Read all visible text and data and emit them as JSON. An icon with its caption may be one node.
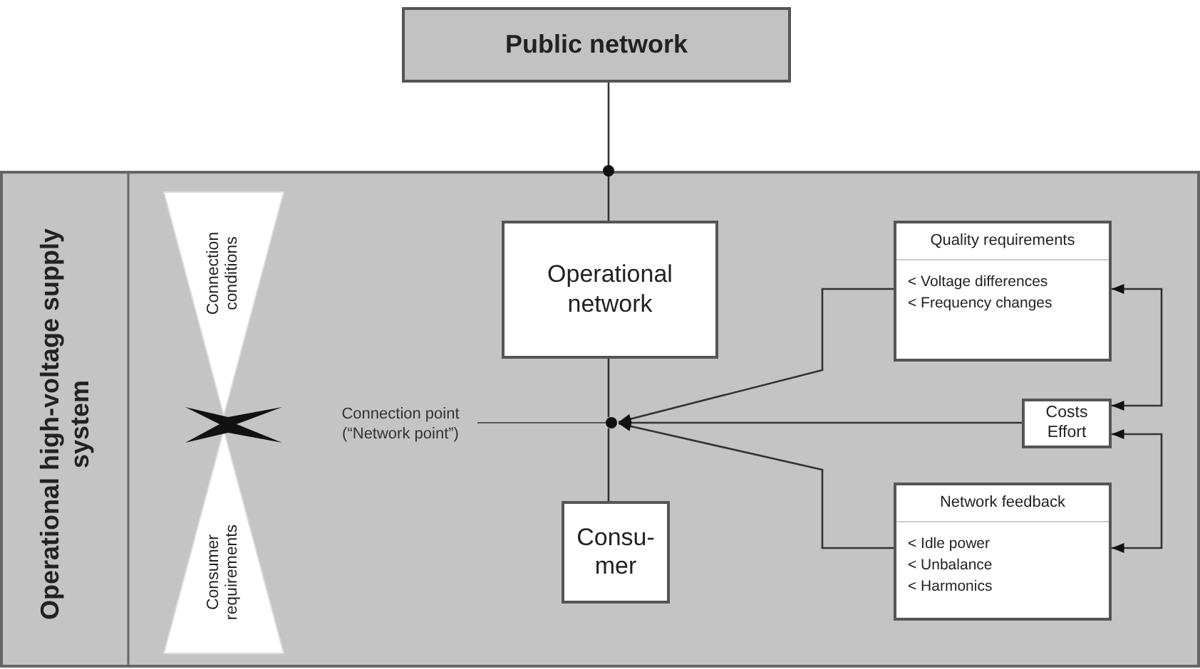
{
  "diagram": {
    "nodes": [
      {
        "text": [
          "Public network"
        ]
      },
      {
        "text": [
          "Operational high-voltage supply system"
        ]
      },
      {
        "text": [
          "Connection conditions"
        ],
        "in": 1
      },
      {
        "text": [
          "Operational network"
        ],
        "in": 1
      },
      {
        "text": [
          "Quality requirements",
          "< Voltage differences",
          "< Frequency changes"
        ],
        "in": 1
      },
      {
        "text": [
          "Connection point (“Network point”)"
        ],
        "in": 1
      },
      {
        "text": [],
        "shape": "circle",
        "in": 1
      },
      {
        "text": [
          "Costs Effort"
        ],
        "in": 1
      },
      {
        "text": [
          "Consu- mer"
        ],
        "in": 1
      },
      {
        "text": [
          "Consumer requirements"
        ],
        "in": 1
      },
      {
        "text": [
          "Network feedback",
          "< Idle power",
          "< Unbalance",
          "< Harmonics"
        ],
        "in": 1
      }
    ],
    "edges": [
      {
        "from": 0,
        "to": 3,
        "arrow": "none"
      },
      {
        "from": 3,
        "to": 6,
        "arrow": "none"
      },
      {
        "from": 6,
        "to": 8,
        "arrow": "none"
      },
      {
        "from": 5,
        "to": 6,
        "arrow": "none"
      },
      {
        "from": 4,
        "to": 6,
        "arrow": "to"
      },
      {
        "from": 7,
        "to": 6,
        "arrow": "to"
      },
      {
        "from": 10,
        "to": 6,
        "arrow": "to"
      },
      {
        "from": 4,
        "to": 7,
        "arrow": "both"
      },
      {
        "from": 7,
        "to": 10,
        "arrow": "both"
      }
    ]
  }
}
